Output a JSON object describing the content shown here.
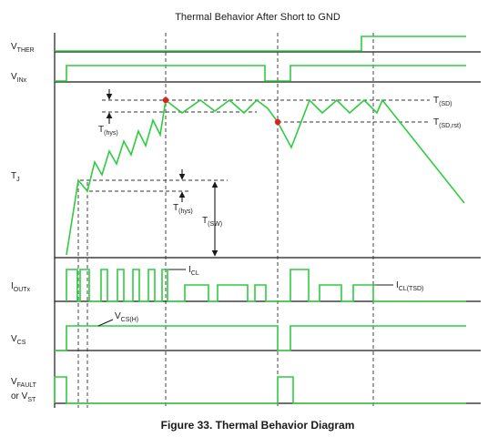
{
  "title": "Thermal Behavior After Short to GND",
  "caption": "Figure 33.  Thermal Behavior Diagram",
  "signals": {
    "vther": {
      "main": "V",
      "sub": "THER"
    },
    "vin": {
      "main": "V",
      "sub": "INx"
    },
    "tj": {
      "main": "T",
      "sub": "J"
    },
    "iout": {
      "main": "I",
      "sub": "OUTx"
    },
    "vcs": {
      "main": "V",
      "sub": "CS"
    },
    "vfault": {
      "main": "V",
      "sub": "FAULT"
    },
    "vst": {
      "pre": "or V",
      "sub": "ST"
    }
  },
  "annotations": {
    "tsd": {
      "main": "T",
      "sub": "(SD)"
    },
    "tsdrst": {
      "main": "T",
      "sub": "(SD,rst)"
    },
    "thys1": {
      "main": "T",
      "sub": "(hys)"
    },
    "thys2": {
      "main": "T",
      "sub": "(hys)"
    },
    "tsw": {
      "main": "T",
      "sub": "(SW)"
    },
    "icl": {
      "main": "I",
      "sub": "CL"
    },
    "icltsd": {
      "main": "I",
      "sub": "CL(TSD)"
    },
    "vcsh": {
      "main": "V",
      "sub": "CS(H)"
    }
  },
  "colors": {
    "waveform": "#2ecc40",
    "marker": "#e0201c",
    "axis": "#1a1a1a",
    "guide": "#333333"
  }
}
